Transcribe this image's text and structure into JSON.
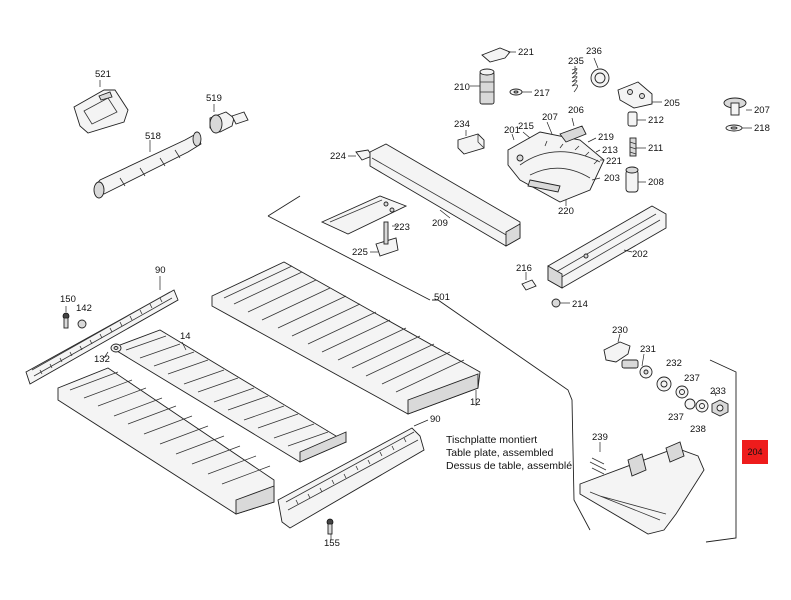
{
  "labels": {
    "p521": "521",
    "p519": "519",
    "p518": "518",
    "p221": "221",
    "p236": "236",
    "p235": "235",
    "p210": "210",
    "p217": "217",
    "p205": "205",
    "p207a": "207",
    "p218": "218",
    "p234": "234",
    "p201": "201",
    "p215": "215",
    "p207b": "207",
    "p206": "206",
    "p219": "219",
    "p212": "212",
    "p213": "213",
    "p211": "211",
    "p221b": "221",
    "p203": "203",
    "p208": "208",
    "p220": "220",
    "p224": "224",
    "p209": "209",
    "p223": "223",
    "p225": "225",
    "p202": "202",
    "p216": "216",
    "p214": "214",
    "p90a": "90",
    "p150": "150",
    "p142": "142",
    "p132": "132",
    "p14": "14",
    "p501": "501",
    "p12": "12",
    "p230": "230",
    "p231": "231",
    "p232": "232",
    "p237a": "237",
    "p233": "233",
    "p237b": "237",
    "p238": "238",
    "p90b": "90",
    "p239": "239",
    "p155": "155"
  },
  "caption": {
    "line1": "Tischplatte montiert",
    "line2": "Table plate, assembled",
    "line3": "Dessus de table, assemblé"
  },
  "highlight": {
    "label": "204",
    "color": "#ee1c1c"
  }
}
